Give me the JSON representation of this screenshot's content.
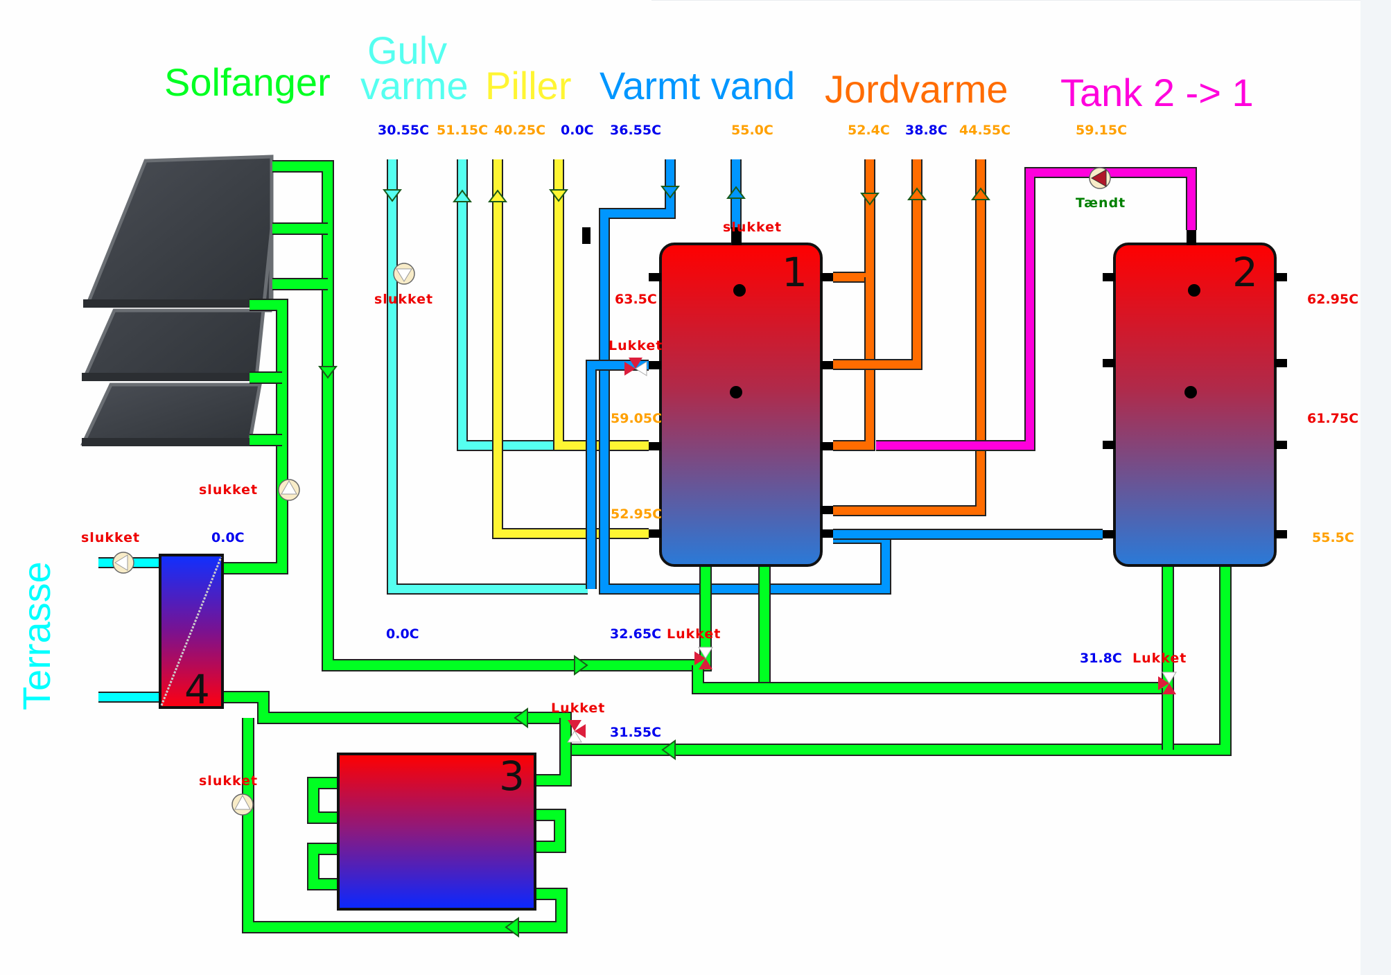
{
  "titles": {
    "solfanger": "Solfanger",
    "gulv_line1": "Gulv",
    "gulv_line2": "varme",
    "piller": "Piller",
    "varmt_vand": "Varmt vand",
    "jordvarme": "Jordvarme",
    "tank2to1": "Tank 2 -> 1",
    "terrasse": "Terrasse"
  },
  "colors": {
    "solfanger": "#00ff22",
    "gulvvarme": "#55fff0",
    "piller": "#fff533",
    "varmt_vand": "#0096ff",
    "jordvarme": "#ff6c00",
    "tank2to1": "#ff00dc",
    "terrasse": "#00ffff",
    "temp_blue": "#0000ee",
    "temp_orange": "#ffa000",
    "temp_red": "#ee0000",
    "status_off": "#ee0000",
    "status_on": "#008000"
  },
  "top_temps": [
    {
      "id": "gulv-supply",
      "value": "30.55C",
      "tone": "blue"
    },
    {
      "id": "gulv-return",
      "value": "51.15C",
      "tone": "orange"
    },
    {
      "id": "piller-return",
      "value": "40.25C",
      "tone": "orange"
    },
    {
      "id": "piller-supply",
      "value": "0.0C",
      "tone": "blue"
    },
    {
      "id": "varmtvand-cold",
      "value": "36.55C",
      "tone": "blue"
    },
    {
      "id": "varmtvand-hot",
      "value": "55.0C",
      "tone": "orange"
    },
    {
      "id": "jord-1",
      "value": "52.4C",
      "tone": "orange"
    },
    {
      "id": "jord-2",
      "value": "38.8C",
      "tone": "blue"
    },
    {
      "id": "jord-3",
      "value": "44.55C",
      "tone": "orange"
    },
    {
      "id": "tank2to1",
      "value": "59.15C",
      "tone": "orange"
    }
  ],
  "tank1": {
    "number": "1",
    "top_status": "slukket",
    "temp_top": "63.5C",
    "valve_status": "Lukket",
    "temp_mid": "59.05C",
    "temp_bottom": "52.95C"
  },
  "tank2": {
    "number": "2",
    "temp_top": "62.95C",
    "temp_mid": "61.75C",
    "temp_bottom": "55.5C",
    "pump_status": "Tændt"
  },
  "tank3": {
    "number": "3"
  },
  "heat_exchanger": {
    "number": "4",
    "temp": "0.0C",
    "pump_status": "slukket"
  },
  "pumps": {
    "gulvvarme": "slukket",
    "solfanger": "slukket",
    "tank3_loop": "slukket"
  },
  "solar_loop": {
    "temp_return": "0.0C",
    "temp_tank1_inlet": "32.65C",
    "valve_tank1": "Lukket",
    "temp_tank2_inlet": "31.8C",
    "valve_tank2": "Lukket",
    "valve_tank3": "Lukket",
    "temp_tank3_inlet": "31.55C"
  }
}
